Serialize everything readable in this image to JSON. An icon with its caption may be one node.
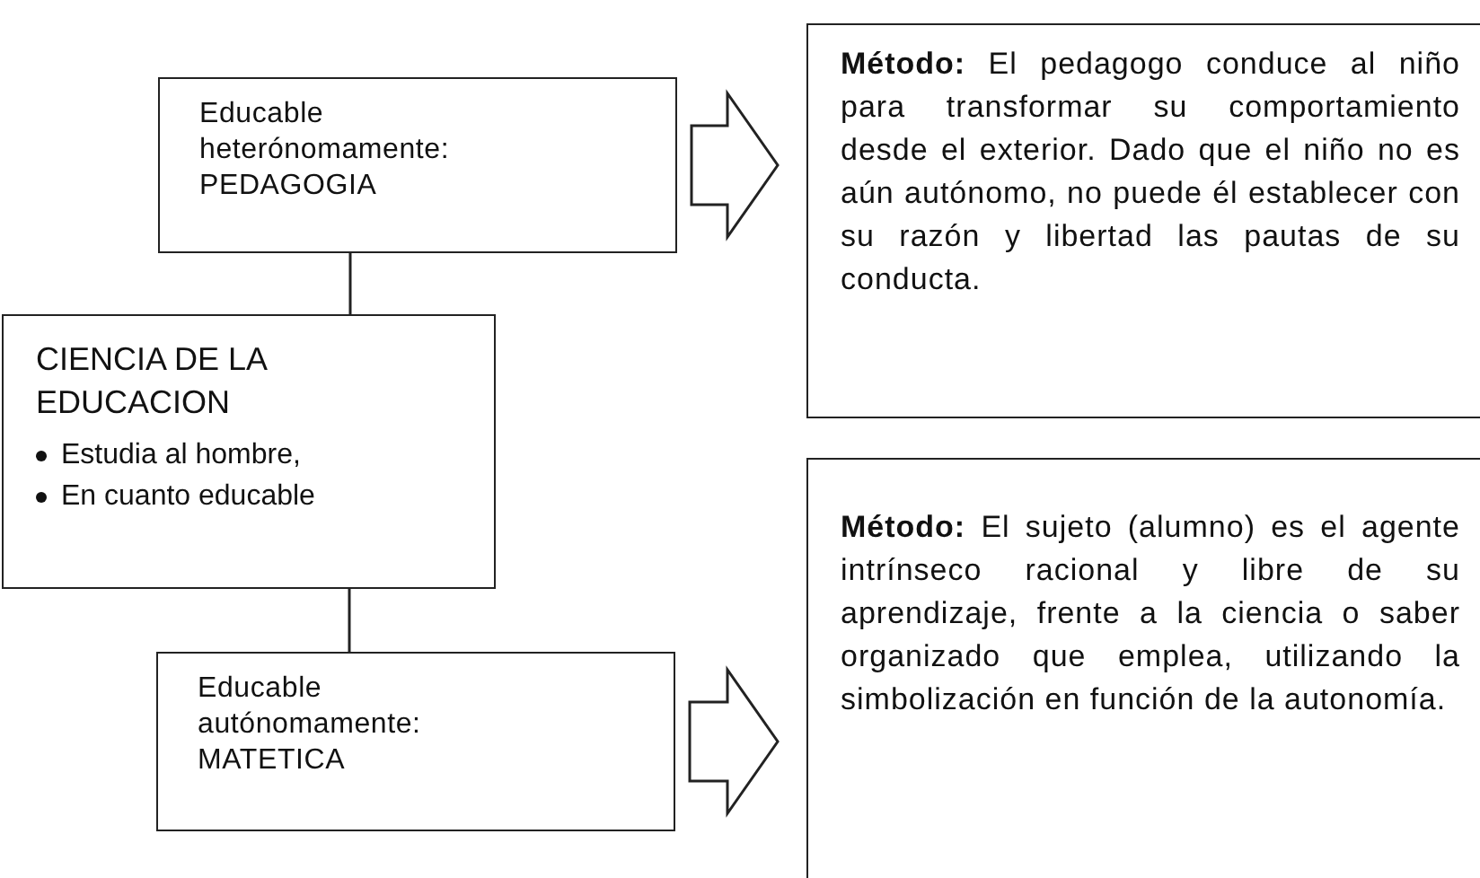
{
  "diagram": {
    "nodes": [
      {
        "text": [
          "Educable heterónomamente:",
          "PEDAGOGIA"
        ]
      },
      {
        "text": [
          "CIENCIA DE LA EDUCACION",
          "Estudia al hombre,",
          "En cuanto educable"
        ]
      },
      {
        "text": [
          "Educable autónomamente:",
          "MATETICA"
        ]
      },
      {
        "text": [
          "**Método:** El pedagogo conduce al niño para transformar su comportamiento desde el exterior. Dado que el niño no es aún autónomo, no puede él establecer con su razón y libertad las pautas de su conducta."
        ]
      },
      {
        "text": [
          "**Método:** El sujeto (alumno) es el agente intrínseco racional y libre de su aprendizaje, frente a la ciencia o saber organizado que emplea, utilizando la simbolización en función de la autonomía."
        ]
      }
    ],
    "edges": [
      {
        "from": 0,
        "to": 1,
        "arrow": "none"
      },
      {
        "from": 1,
        "to": 2,
        "arrow": "none"
      },
      {
        "from": 0,
        "to": 3,
        "arrow": "to"
      },
      {
        "from": 2,
        "to": 4,
        "arrow": "to"
      }
    ]
  }
}
